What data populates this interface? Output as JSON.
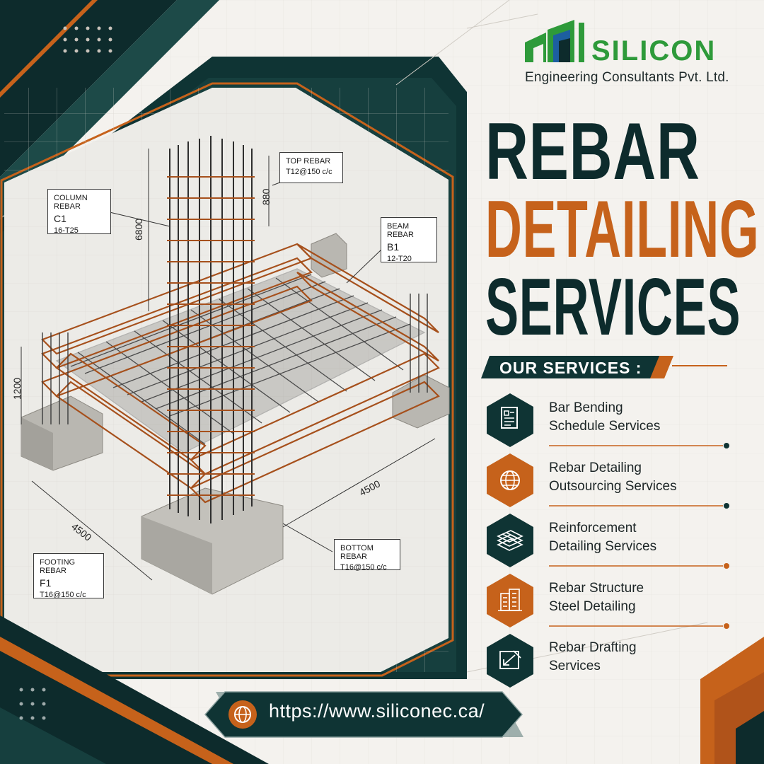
{
  "brand": {
    "name": "SILICON",
    "subtitle": "Engineering Consultants Pvt. Ltd.",
    "colors": {
      "green": "#2e9a3a",
      "blue": "#1d5fa0",
      "dark": "#0d2b2c",
      "orange": "#c6621b"
    }
  },
  "headline": {
    "line1": "REBAR",
    "line2": "DETAILING",
    "line3": "SERVICES"
  },
  "services": {
    "heading": "OUR SERVICES :",
    "items": [
      {
        "line1": "Bar Bending",
        "line2": "Schedule Services",
        "icon": "document-icon"
      },
      {
        "line1": "Rebar Detailing",
        "line2": "Outsourcing Services",
        "icon": "globe-icon"
      },
      {
        "line1": "Reinforcement",
        "line2": "Detailing Services",
        "icon": "rebar-stack-icon"
      },
      {
        "line1": "Rebar Structure",
        "line2": "Steel Detailing",
        "icon": "building-icon"
      },
      {
        "line1": "Rebar Drafting",
        "line2": "Services",
        "icon": "drafting-icon"
      }
    ]
  },
  "callouts": {
    "column": {
      "title": "COLUMN REBAR",
      "id": "C1",
      "spec": "16-T25"
    },
    "top": {
      "title": "TOP REBAR",
      "spec": "T12@150 c/c"
    },
    "beam": {
      "title": "BEAM REBAR",
      "id": "B1",
      "spec": "12-T20"
    },
    "bottom": {
      "title": "BOTTOM REBAR",
      "spec": "T16@150 c/c"
    },
    "footing": {
      "title": "FOOTING REBAR",
      "id": "F1",
      "spec": "T16@150 c/c"
    }
  },
  "dimensions": {
    "column_height": "6800",
    "top_offset": "880",
    "footing_height": "1200",
    "width_right": "4500",
    "width_left": "4500"
  },
  "website": {
    "url": "https://www.siliconec.ca/",
    "icon": "globe-icon"
  }
}
